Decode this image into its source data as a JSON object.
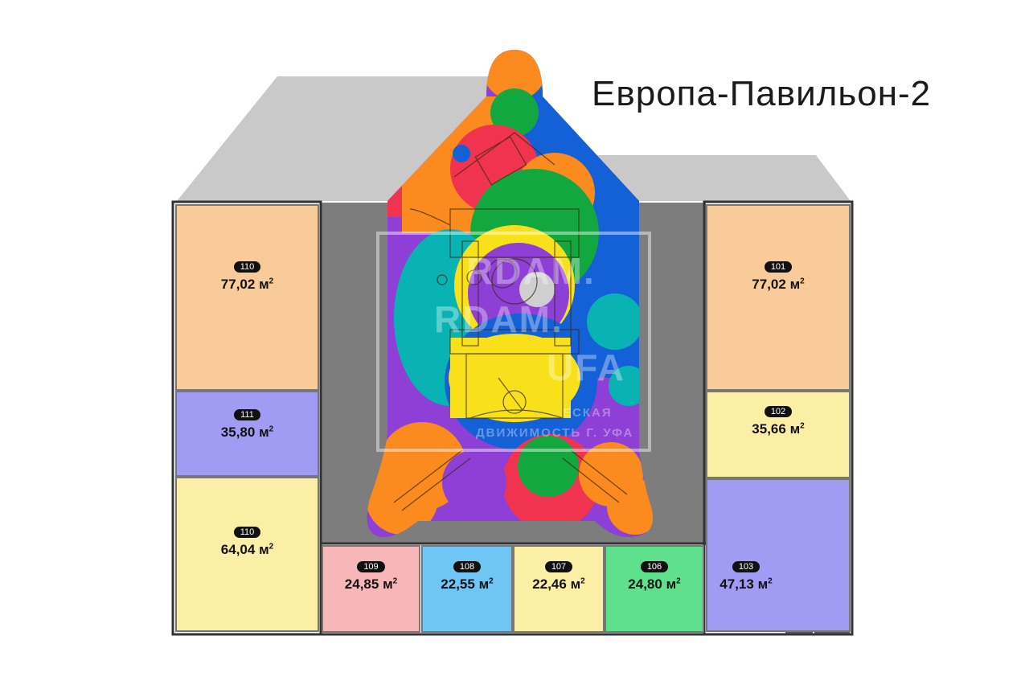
{
  "title": "Европа-Павильон-2",
  "unit": "м",
  "unit_power": "2",
  "watermark": {
    "line1": "RDAM.",
    "line2": "RDAM.",
    "line3": "UFA",
    "line4": "ЕСКАЯ",
    "line5": "ДВИЖИМОСТЬ Г. УФА"
  },
  "rooms": [
    {
      "id": "r110a",
      "number": "110",
      "area": "77,02",
      "color": "#f9cb98"
    },
    {
      "id": "r111",
      "number": "111",
      "area": "35,80",
      "color": "#a19cf3"
    },
    {
      "id": "r110b",
      "number": "110",
      "area": "64,04",
      "color": "#fbefa6"
    },
    {
      "id": "r109",
      "number": "109",
      "area": "24,85",
      "color": "#f7b6b8"
    },
    {
      "id": "r108",
      "number": "108",
      "area": "22,55",
      "color": "#6fc6f5"
    },
    {
      "id": "r107",
      "number": "107",
      "area": "22,46",
      "color": "#fbefa6"
    },
    {
      "id": "r106",
      "number": "106",
      "area": "24,80",
      "color": "#5fe08c"
    },
    {
      "id": "r103",
      "number": "103",
      "area": "47,13",
      "color": "#a19cf3"
    },
    {
      "id": "r101",
      "number": "101",
      "area": "77,02",
      "color": "#f9cb98"
    },
    {
      "id": "r102",
      "number": "102",
      "area": "35,66",
      "color": "#fbefa6"
    }
  ],
  "colors": {
    "roof": "#c9c9c9",
    "corridor": "#7d7d7d",
    "walls": "#333333",
    "play_purple": "#8e3fd6",
    "play_orange": "#fb8b1e",
    "play_blue": "#1460d6",
    "play_teal": "#0ab3b3",
    "play_yellow": "#f8e11a",
    "play_green": "#12a73f",
    "play_red": "#f0334f",
    "play_gray": "#cfcfcf"
  }
}
